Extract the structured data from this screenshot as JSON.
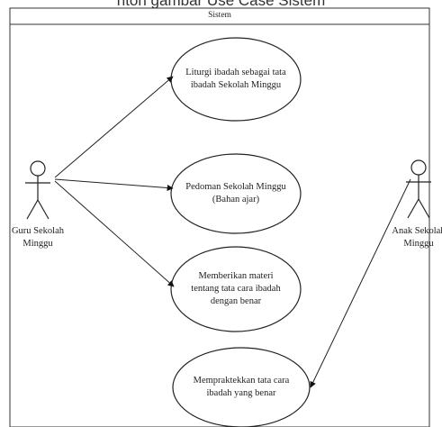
{
  "header_text": "ntoh gambar Use Case Sistem",
  "system": {
    "title": "Sistem"
  },
  "actors": [
    {
      "id": "guru",
      "name": "Guru Sekolah Minggu"
    },
    {
      "id": "anak",
      "name": "Anak Sekolah Minggu"
    }
  ],
  "use_cases": [
    {
      "id": "uc1",
      "text": "Liturgi ibadah sebagai tata ibadah Sekolah Minggu"
    },
    {
      "id": "uc2",
      "text": "Pedoman Sekolah Minggu (Bahan ajar)"
    },
    {
      "id": "uc3",
      "text": "Memberikan materi tentang tata cara ibadah dengan benar"
    },
    {
      "id": "uc4",
      "text": "Mempraktekkan tata cara ibadah yang benar"
    }
  ],
  "associations": [
    {
      "from": "guru",
      "to": "uc1"
    },
    {
      "from": "guru",
      "to": "uc2"
    },
    {
      "from": "guru",
      "to": "uc3"
    },
    {
      "from": "anak",
      "to": "uc4"
    }
  ]
}
